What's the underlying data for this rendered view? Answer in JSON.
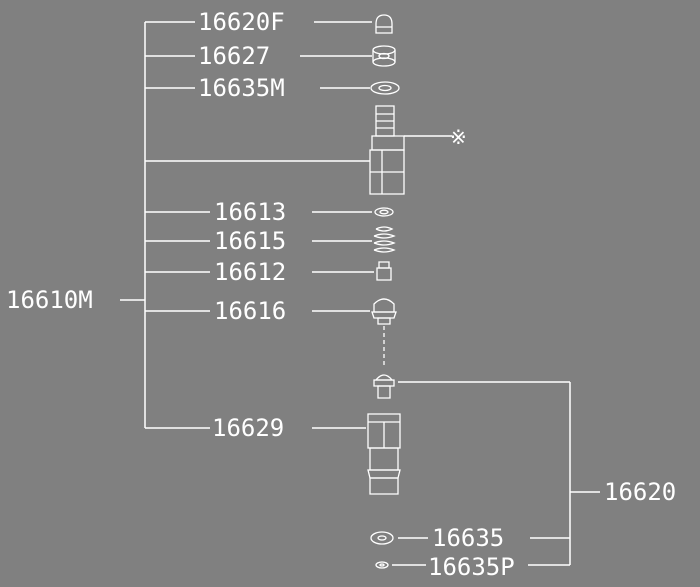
{
  "diagram": {
    "parts": {
      "p16620F": "16620F",
      "p16627": "16627",
      "p16635M": "16635M",
      "p16613": "16613",
      "p16615": "16615",
      "p16612": "16612",
      "p16616": "16616",
      "p16629": "16629",
      "p16610M": "16610M",
      "p16620": "16620",
      "p16635": "16635",
      "p16635P": "16635P"
    },
    "note_mark": "※"
  }
}
